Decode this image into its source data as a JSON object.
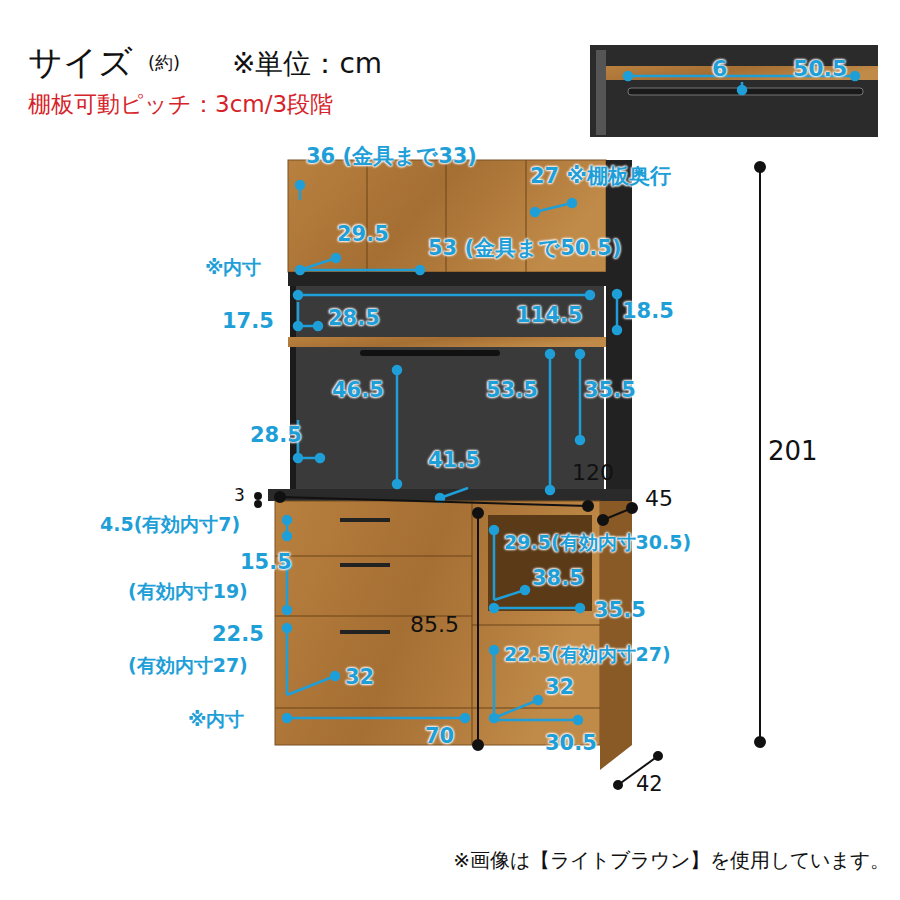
{
  "diagram": {
    "title": "サイズ",
    "caption": "※画像は【ライトブラウン】を使用しています。",
    "labels": [
      "(約)",
      "※単位：cm",
      "棚板可動ピッチ：3cm/3段階",
      "6",
      "50.5",
      "36 (金具まで33)",
      "27 ※棚板奥行",
      "29.5",
      "53 (金具まで50.5)",
      "※内寸",
      "17.5",
      "28.5",
      "114.5",
      "18.5",
      "46.5",
      "53.5",
      "35.5",
      "28.5",
      "41.5",
      "120",
      "3",
      "45",
      "4.5(有効内寸7)",
      "29.5(有効内寸30.5)",
      "15.5",
      "(有効内寸19)",
      "38.5",
      "35.5",
      "85.5",
      "22.5",
      "(有効内寸27)",
      "22.5(有効内寸27)",
      "32",
      "32",
      "※内寸",
      "70",
      "30.5",
      "201",
      "42"
    ]
  }
}
